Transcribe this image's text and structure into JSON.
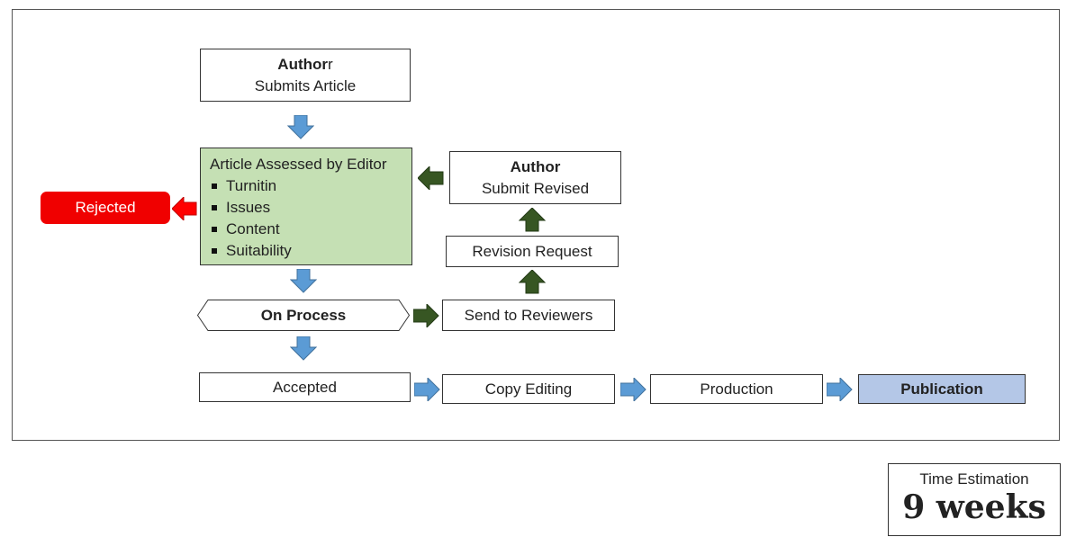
{
  "nodes": {
    "author_submits": {
      "title": "Author",
      "title_suffix": "r",
      "subtitle": "Submits Article"
    },
    "editor_assessment": {
      "title": "Article Assessed by Editor",
      "items": [
        "Turnitin",
        "Issues",
        "Content",
        "Suitability"
      ]
    },
    "rejected": {
      "label": "Rejected"
    },
    "author_revised": {
      "title": "Author",
      "subtitle": "Submit Revised"
    },
    "revision_request": {
      "label": "Revision Request"
    },
    "on_process": {
      "label": "On Process"
    },
    "send_to_reviewers": {
      "label": "Send to Reviewers"
    },
    "accepted": {
      "label": "Accepted"
    },
    "copy_editing": {
      "label": "Copy Editing"
    },
    "production": {
      "label": "Production"
    },
    "publication": {
      "label": "Publication"
    }
  },
  "time_estimation": {
    "label": "Time Estimation",
    "value": "9 weeks"
  },
  "colors": {
    "blue_arrow": "#5b9bd5",
    "green_arrow": "#375623",
    "red_arrow": "#ff0000",
    "green_box": "#c5e0b4",
    "publication_box": "#b4c7e7",
    "rejected_box": "#f00000"
  }
}
